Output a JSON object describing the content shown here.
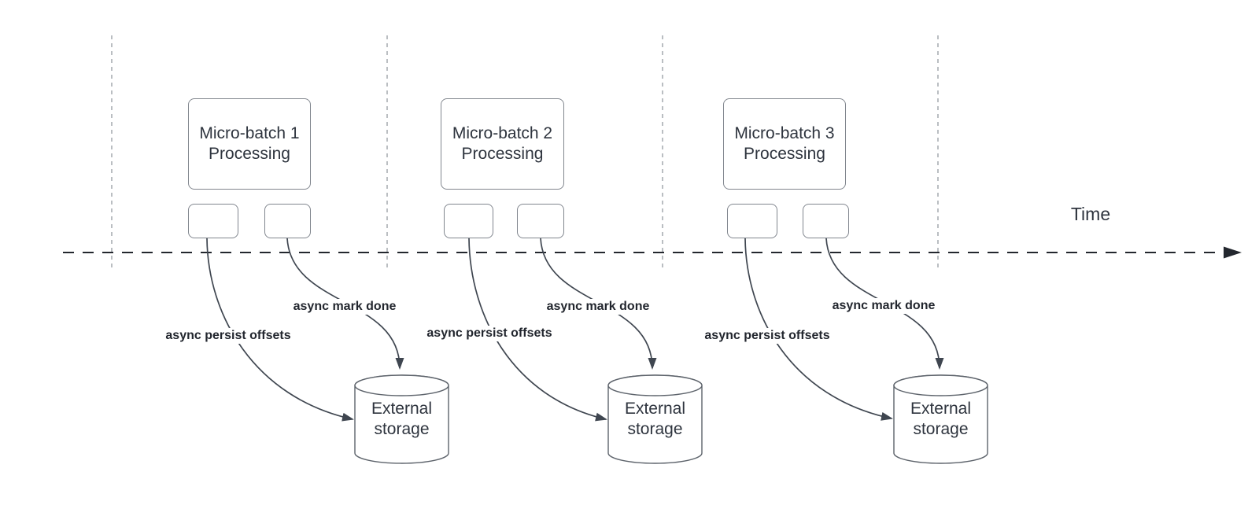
{
  "diagram": {
    "time_label": "Time",
    "colors": {
      "timeline": "#23272e",
      "boundary_line": "#aaaeb3",
      "shape_border": "#81868e",
      "curve": "#3f4650",
      "text": "#2e343e"
    },
    "groups": [
      {
        "batch_title": "Micro-batch 1",
        "batch_subtitle": "Processing",
        "persist_label": "async persist offsets",
        "done_label": "async mark done",
        "storage_line1": "External",
        "storage_line2": "storage"
      },
      {
        "batch_title": "Micro-batch 2",
        "batch_subtitle": "Processing",
        "persist_label": "async persist offsets",
        "done_label": "async mark done",
        "storage_line1": "External",
        "storage_line2": "storage"
      },
      {
        "batch_title": "Micro-batch 3",
        "batch_subtitle": "Processing",
        "persist_label": "async persist offsets",
        "done_label": "async mark done",
        "storage_line1": "External",
        "storage_line2": "storage"
      }
    ]
  }
}
